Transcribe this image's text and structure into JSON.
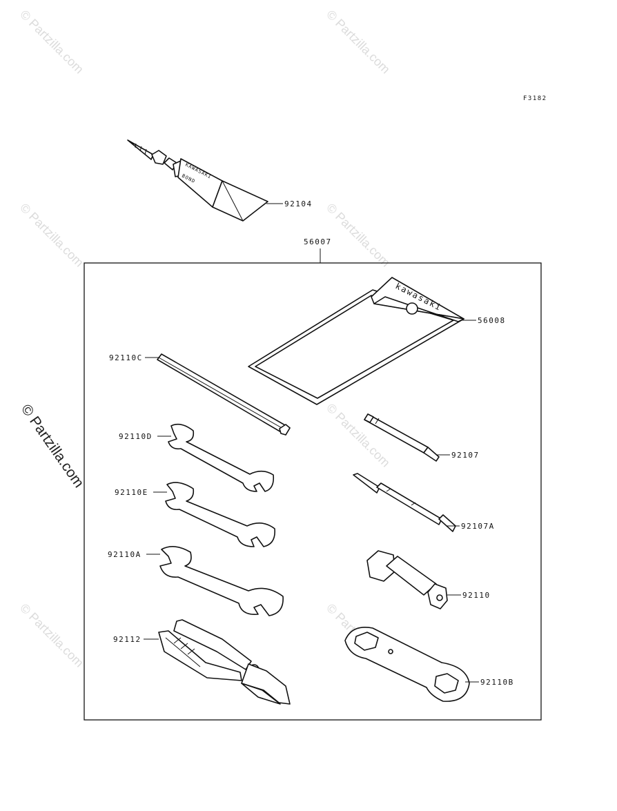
{
  "figure_code": "F3182",
  "watermark_text": "© Partzilla.com",
  "kit": {
    "label": "56007"
  },
  "parts": {
    "tool_bag": {
      "label": "56008",
      "brand": "kawasaki"
    },
    "bond": {
      "label": "92104",
      "brand_line1": "KAWASAKI",
      "brand_line2": "BOND"
    },
    "hex_bar": {
      "label": "92110C"
    },
    "wrench_d": {
      "label": "92110D"
    },
    "wrench_e": {
      "label": "92110E"
    },
    "wrench_a": {
      "label": "92110A"
    },
    "pliers": {
      "label": "92112"
    },
    "screwdriver": {
      "label": "92107"
    },
    "screwdriver_a": {
      "label": "92107A"
    },
    "plug_wrench": {
      "label": "92110"
    },
    "box_wrench": {
      "label": "92110B"
    }
  },
  "colors": {
    "line": "#111111",
    "watermark": "#dcdcdc",
    "background": "#ffffff"
  }
}
